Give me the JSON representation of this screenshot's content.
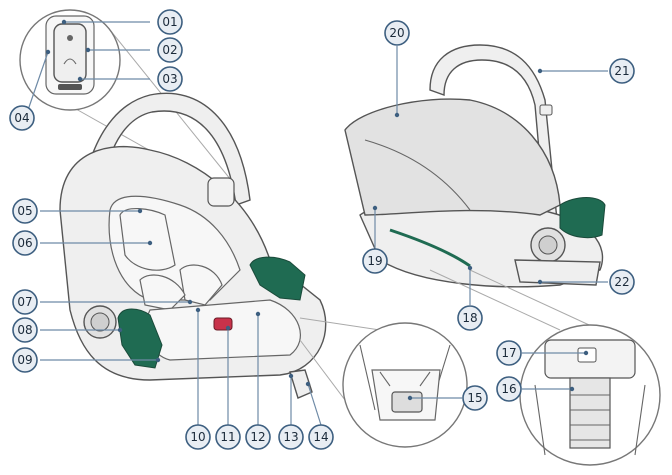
{
  "labels": [
    {
      "id": "01",
      "text": "01"
    },
    {
      "id": "02",
      "text": "02"
    },
    {
      "id": "03",
      "text": "03"
    },
    {
      "id": "04",
      "text": "04"
    },
    {
      "id": "05",
      "text": "05"
    },
    {
      "id": "06",
      "text": "06"
    },
    {
      "id": "07",
      "text": "07"
    },
    {
      "id": "08",
      "text": "08"
    },
    {
      "id": "09",
      "text": "09"
    },
    {
      "id": "10",
      "text": "10"
    },
    {
      "id": "11",
      "text": "11"
    },
    {
      "id": "12",
      "text": "12"
    },
    {
      "id": "13",
      "text": "13"
    },
    {
      "id": "14",
      "text": "14"
    },
    {
      "id": "15",
      "text": "15"
    },
    {
      "id": "16",
      "text": "16"
    },
    {
      "id": "17",
      "text": "17"
    },
    {
      "id": "18",
      "text": "18"
    },
    {
      "id": "19",
      "text": "19"
    },
    {
      "id": "20",
      "text": "20"
    },
    {
      "id": "21",
      "text": "21"
    },
    {
      "id": "22",
      "text": "22"
    }
  ],
  "colors": {
    "accent_green": "#1f6b52",
    "buckle_red": "#c8324a",
    "callout_ring": "#3d5f80"
  }
}
